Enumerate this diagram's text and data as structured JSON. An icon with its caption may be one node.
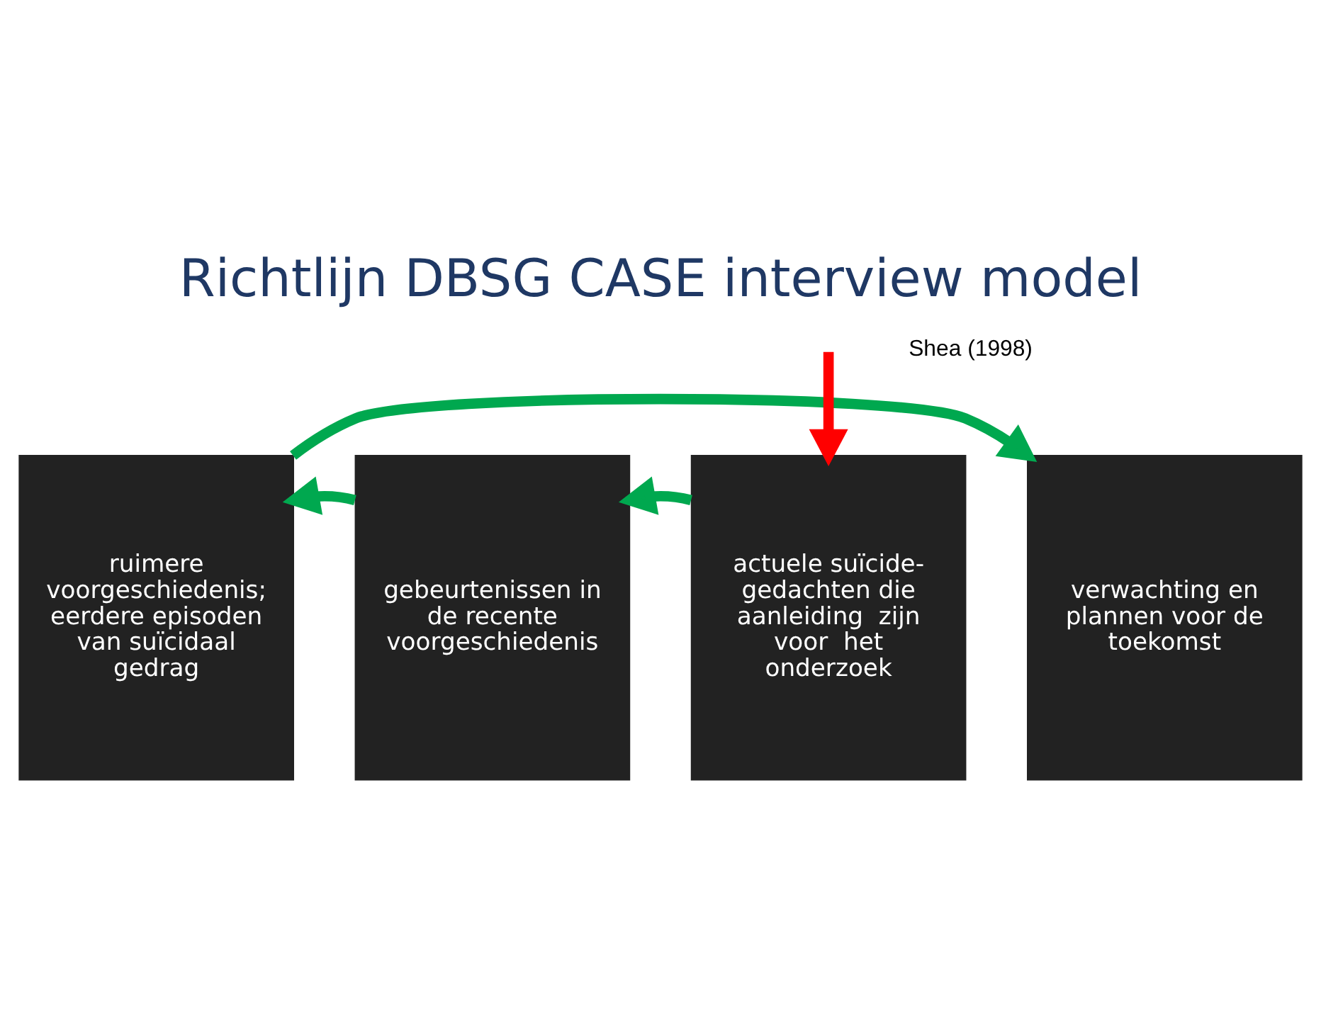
{
  "diagram": {
    "title": "Richtlijn DBSG CASE interview model",
    "nodes": [
      {
        "text": [
          "ruimere voorgeschiedenis; eerdere episoden van suïcidaal gedrag"
        ]
      },
      {
        "text": [
          "gebeurtenissen in de recente voorgeschiedenis"
        ]
      },
      {
        "text": [
          "actuele suïcide-gedachten die aanleiding  zijn voor  het onderzoek"
        ]
      },
      {
        "text": [
          "verwachting en plannen voor de toekomst"
        ]
      }
    ],
    "edges": [
      {
        "from": 0,
        "to": 3,
        "arrow": "to"
      },
      {
        "from": 1,
        "to": 0,
        "arrow": "to"
      },
      {
        "from": 2,
        "to": 1,
        "arrow": "to"
      },
      {
        "from": null,
        "to": 2,
        "arrow": "to",
        "color": "#ff0000"
      }
    ],
    "labels": [
      "Shea (1998)"
    ]
  }
}
